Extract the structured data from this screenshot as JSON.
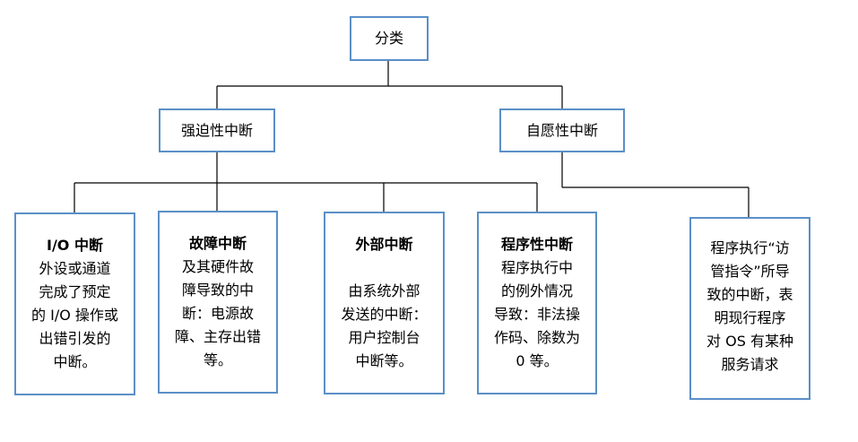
{
  "root": {
    "label": "分类"
  },
  "level1": [
    {
      "label": "强迫性中断"
    },
    {
      "label": "自愿性中断"
    }
  ],
  "leaves": [
    {
      "title": "I/O 中断",
      "lines": [
        "外设或通道",
        "完成了预定",
        "的 I/O 操作或",
        "出错引发的",
        "中断。"
      ]
    },
    {
      "title": "故障中断",
      "lines": [
        "及其硬件故",
        "障导致的中",
        "断：电源故",
        "障、主存出错",
        "等。"
      ]
    },
    {
      "title": "外部中断",
      "lines": [
        "由系统外部",
        "发送的中断：",
        "用户控制台",
        "中断等。"
      ]
    },
    {
      "title": "程序性中断",
      "lines": [
        "程序执行中",
        "的例外情况",
        "导致：非法操",
        "作码、除数为",
        "0 等。"
      ]
    },
    {
      "title": "",
      "lines": [
        "程序执行“访",
        "管指令”所导",
        "致的中断，表",
        "明现行程序",
        "对 OS 有某种",
        "服务请求"
      ]
    }
  ]
}
